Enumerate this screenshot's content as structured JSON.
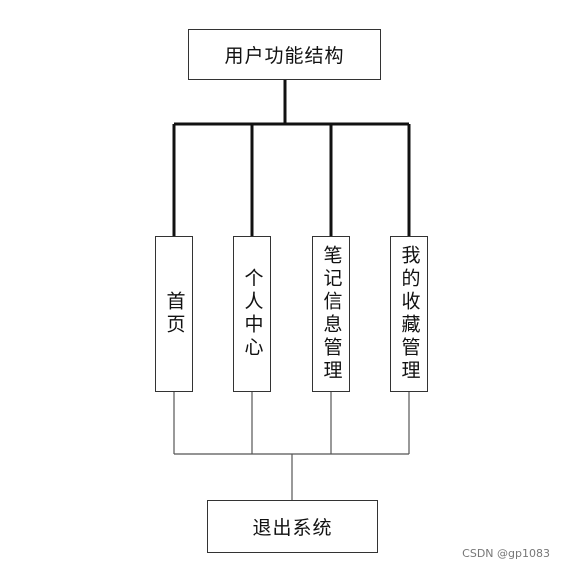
{
  "root": {
    "label": "用户功能结构"
  },
  "modules": [
    {
      "label": "首页"
    },
    {
      "label": "个人中心"
    },
    {
      "label": "笔记信息管理"
    },
    {
      "label": "我的收藏管理"
    }
  ],
  "exit": {
    "label": "退出系统"
  },
  "watermark": "CSDN @gp1083",
  "colors": {
    "line": "#111111",
    "border": "#333333",
    "thin_line": "#555555"
  }
}
